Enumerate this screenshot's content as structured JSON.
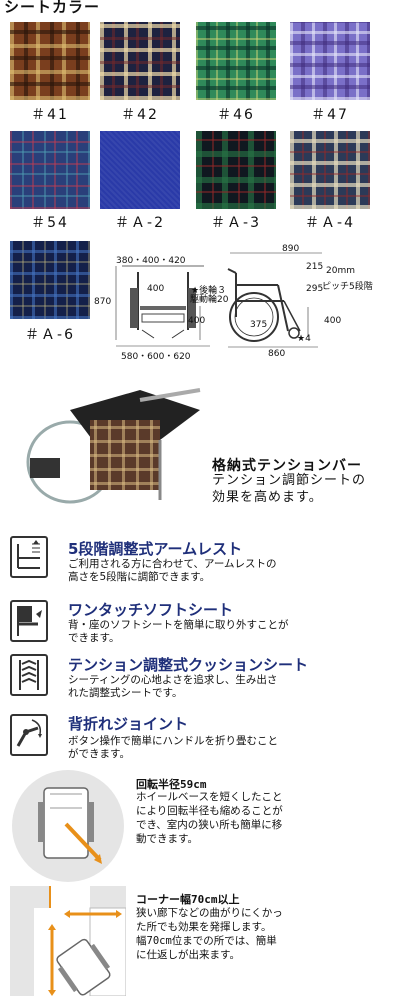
{
  "section_title": "シートカラー",
  "swatches": [
    {
      "label": "＃41"
    },
    {
      "label": "＃42"
    },
    {
      "label": "＃46"
    },
    {
      "label": "＃47"
    },
    {
      "label": "＃54"
    },
    {
      "label": "＃Ａ-2"
    },
    {
      "label": "＃Ａ-3"
    },
    {
      "label": "＃Ａ-4"
    },
    {
      "label": "＃Ａ-6"
    }
  ],
  "dimensions": {
    "front_top": "380・400・420",
    "front_seat": "400",
    "front_height": "870",
    "front_leg": "400",
    "front_bottom": "580・600・620",
    "side_top": "890",
    "wheel_note_1": "★後輪３",
    "wheel_note_2": "駆動輪20",
    "side_215": "215",
    "side_295": "295",
    "side_20mm": "20mm",
    "side_pitch": "ピッチ5段階",
    "side_wheel": "375",
    "side_400": "400",
    "side_star4": "★4",
    "side_bottom": "860"
  },
  "tension": {
    "title": "格納式テンションバー",
    "line1": "テンション調節シートの",
    "line2": "効果を高めます。"
  },
  "features": [
    {
      "title": "5段階調整式アームレスト",
      "line1": "ご利用される方に合わせて、アームレストの",
      "line2": "高さを5段階に調節できます。"
    },
    {
      "title": "ワンタッチソフトシート",
      "line1": "背・座のソフトシートを簡単に取り外すことが",
      "line2": "できます。"
    },
    {
      "title": "テンション調整式クッションシート",
      "line1": "シーティングの心地よさを追求し、生み出さ",
      "line2": "れた調整式シートです。"
    },
    {
      "title": "背折れジョイント",
      "line1": "ボタン操作で簡単にハンドルを折り畳むこと",
      "line2": "ができます。"
    }
  ],
  "turning": {
    "title": "回転半径59cm",
    "lines": [
      "ホイールベースを短くしたこと",
      "により回転半径も縮めることが",
      "でき、室内の狭い所も簡単に移",
      "動できます。"
    ]
  },
  "corner": {
    "title": "コーナー幅70cm以上",
    "lines": [
      "狭い廊下などの曲がりにくかっ",
      "た所でも効果を発揮します。",
      "幅70cm位までの所では、簡単",
      "に仕返しが出来ます。"
    ]
  },
  "colors": {
    "feature_title": "#1f2f7a",
    "arrow_orange": "#e8901a"
  }
}
